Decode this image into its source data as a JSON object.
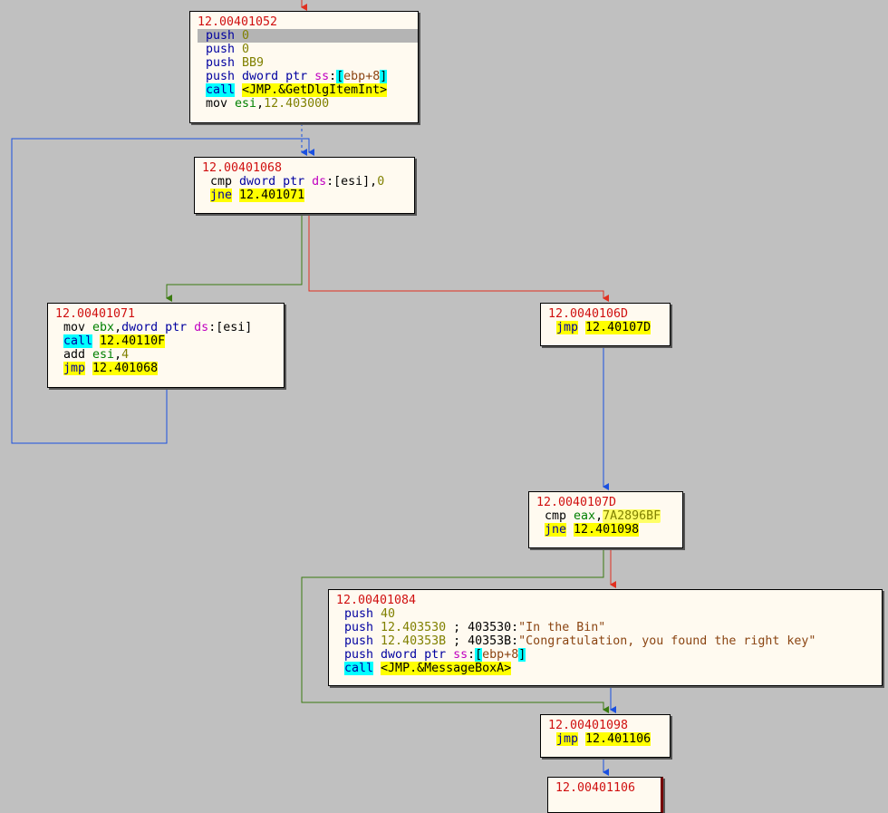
{
  "blocks": [
    {
      "id": "b1052",
      "address": "12.00401052",
      "lines": [
        [
          {
            "t": "push",
            "c": "kw"
          },
          {
            "t": " "
          },
          {
            "t": "0",
            "c": "imm"
          }
        ],
        [
          {
            "t": "push",
            "c": "kw"
          },
          {
            "t": " "
          },
          {
            "t": "0",
            "c": "imm"
          }
        ],
        [
          {
            "t": "push",
            "c": "kw"
          },
          {
            "t": " "
          },
          {
            "t": "BB9",
            "c": "imm"
          }
        ],
        [
          {
            "t": "push",
            "c": "kw"
          },
          {
            "t": " "
          },
          {
            "t": "dword ptr",
            "c": "kw"
          },
          {
            "t": " "
          },
          {
            "t": "ss",
            "c": "seg"
          },
          {
            "t": ":"
          },
          {
            "t": "[",
            "c": "brk"
          },
          {
            "t": "ebp+8",
            "c": "str"
          },
          {
            "t": "]",
            "c": "brk"
          }
        ],
        [
          {
            "t": "call",
            "c": "kw hl-cyan"
          },
          {
            "t": " "
          },
          {
            "t": "<JMP.&GetDlgItemInt>",
            "c": "tgt"
          }
        ],
        [
          {
            "t": "mov",
            "c": "txt"
          },
          {
            "t": " "
          },
          {
            "t": "esi",
            "c": "reg"
          },
          {
            "t": ","
          },
          {
            "t": "12.403000",
            "c": "imm"
          }
        ]
      ]
    },
    {
      "id": "b1068",
      "address": "12.00401068",
      "lines": [
        [
          {
            "t": "cmp",
            "c": "txt"
          },
          {
            "t": " "
          },
          {
            "t": "dword ptr",
            "c": "kw"
          },
          {
            "t": " "
          },
          {
            "t": "ds",
            "c": "seg"
          },
          {
            "t": ":[esi],"
          },
          {
            "t": "0",
            "c": "imm"
          }
        ],
        [
          {
            "t": "jne",
            "c": "kw hl-yellow"
          },
          {
            "t": " "
          },
          {
            "t": "12.401071",
            "c": "tgt"
          }
        ]
      ]
    },
    {
      "id": "b1071",
      "address": "12.00401071",
      "lines": [
        [
          {
            "t": "mov",
            "c": "txt"
          },
          {
            "t": " "
          },
          {
            "t": "ebx",
            "c": "reg"
          },
          {
            "t": ","
          },
          {
            "t": "dword ptr",
            "c": "kw"
          },
          {
            "t": " "
          },
          {
            "t": "ds",
            "c": "seg"
          },
          {
            "t": ":[esi]"
          }
        ],
        [
          {
            "t": "call",
            "c": "kw hl-cyan"
          },
          {
            "t": " "
          },
          {
            "t": "12.40110F",
            "c": "tgt"
          }
        ],
        [
          {
            "t": "add",
            "c": "txt"
          },
          {
            "t": " "
          },
          {
            "t": "esi",
            "c": "reg"
          },
          {
            "t": ","
          },
          {
            "t": "4",
            "c": "imm"
          }
        ],
        [
          {
            "t": "jmp",
            "c": "kw hl-yellow"
          },
          {
            "t": " "
          },
          {
            "t": "12.401068",
            "c": "tgt"
          }
        ]
      ]
    },
    {
      "id": "b106d",
      "address": "12.0040106D",
      "lines": [
        [
          {
            "t": "jmp",
            "c": "kw hl-yellow"
          },
          {
            "t": " "
          },
          {
            "t": "12.40107D",
            "c": "tgt"
          }
        ]
      ]
    },
    {
      "id": "b107d",
      "address": "12.0040107D",
      "lines": [
        [
          {
            "t": "cmp",
            "c": "txt"
          },
          {
            "t": " "
          },
          {
            "t": "eax",
            "c": "reg"
          },
          {
            "t": ","
          },
          {
            "t": "7A2896BF",
            "c": "imm mark"
          }
        ],
        [
          {
            "t": "jne",
            "c": "kw hl-yellow"
          },
          {
            "t": " "
          },
          {
            "t": "12.401098",
            "c": "tgt"
          }
        ]
      ]
    },
    {
      "id": "b1084",
      "address": "12.00401084",
      "lines": [
        [
          {
            "t": "push",
            "c": "kw"
          },
          {
            "t": " "
          },
          {
            "t": "40",
            "c": "imm"
          }
        ],
        [
          {
            "t": "push",
            "c": "kw"
          },
          {
            "t": " "
          },
          {
            "t": "12.403530",
            "c": "imm"
          },
          {
            "t": " ; 403530:"
          },
          {
            "t": "\"In the Bin\"",
            "c": "str"
          }
        ],
        [
          {
            "t": "push",
            "c": "kw"
          },
          {
            "t": " "
          },
          {
            "t": "12.40353B",
            "c": "imm"
          },
          {
            "t": " ; 40353B:"
          },
          {
            "t": "\"Congratulation, you found the right key\"",
            "c": "str"
          }
        ],
        [
          {
            "t": "push",
            "c": "kw"
          },
          {
            "t": " "
          },
          {
            "t": "dword ptr",
            "c": "kw"
          },
          {
            "t": " "
          },
          {
            "t": "ss",
            "c": "seg"
          },
          {
            "t": ":"
          },
          {
            "t": "[",
            "c": "brk"
          },
          {
            "t": "ebp+8",
            "c": "str"
          },
          {
            "t": "]",
            "c": "brk"
          }
        ],
        [
          {
            "t": "call",
            "c": "kw hl-cyan"
          },
          {
            "t": " "
          },
          {
            "t": "<JMP.&MessageBoxA>",
            "c": "tgt"
          }
        ]
      ]
    },
    {
      "id": "b1098",
      "address": "12.00401098",
      "lines": [
        [
          {
            "t": "jmp",
            "c": "kw hl-yellow"
          },
          {
            "t": " "
          },
          {
            "t": "12.401106",
            "c": "tgt"
          }
        ]
      ]
    },
    {
      "id": "b1106",
      "address": "12.00401106",
      "lines": []
    }
  ],
  "colors": {
    "background": "#c0c0c0",
    "node_bg": "#fffaf0",
    "address": "#d01010",
    "edge_true": "#e03020",
    "edge_false": "#3a7a10",
    "edge_jump": "#1a50e0"
  }
}
